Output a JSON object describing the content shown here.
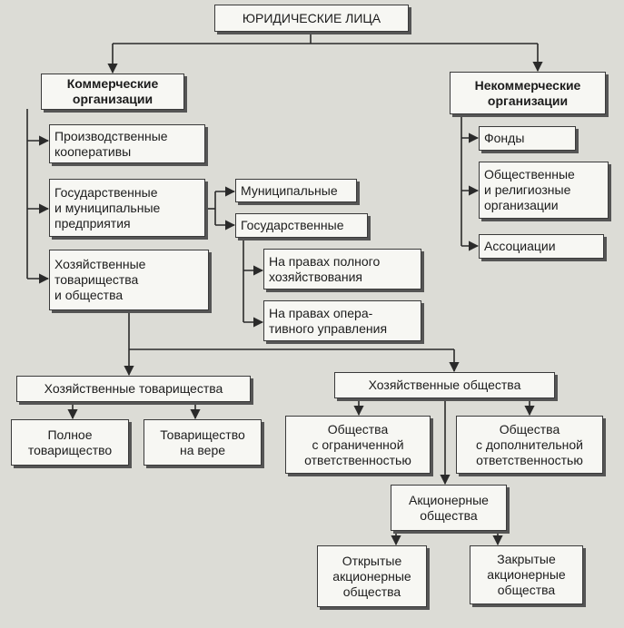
{
  "root": "ЮРИДИЧЕСКИЕ ЛИЦА",
  "commercial": "Коммерческие\nорганизации",
  "noncommercial": "Некоммерческие\nорганизации",
  "coop": "Производственные\nкооперативы",
  "enterprises": "Государственные\nи муниципальные\nпредприятия",
  "partnerships_societies": "Хозяйственные\nтоварищества\nи общества",
  "municipal": "Муниципальные",
  "state": "Государственные",
  "full_management": "На правах полного\nхозяйствования",
  "operational_management": "На правах опера-\nтивного управления",
  "funds": "Фонды",
  "public_religious": "Общественные\nи религиозные\nорганизации",
  "associations": "Ассоциации",
  "partnerships": "Хозяйственные товарищества",
  "societies": "Хозяйственные общества",
  "full_partnership": "Полное\nтоварищество",
  "limited_partnership": "Товарищество\nна вере",
  "llc": "Общества\nс ограниченной\nответственностью",
  "alc": "Общества\nс дополнительной\nответственностью",
  "jsc": "Акционерные\nобщества",
  "open_jsc": "Открытые\nакционерные\nобщества",
  "closed_jsc": "Закрытые\nакционерные\nобщества"
}
